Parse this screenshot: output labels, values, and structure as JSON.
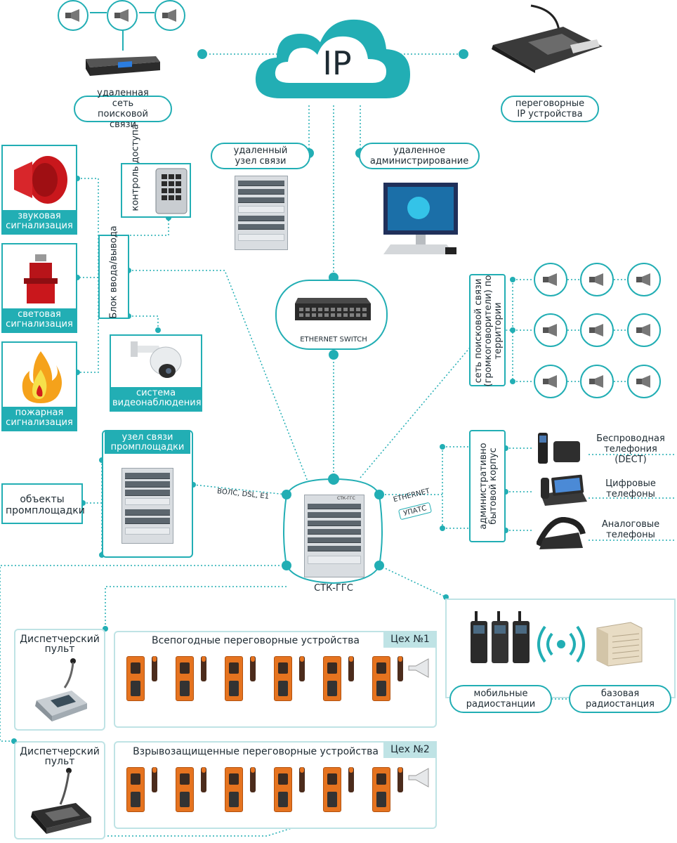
{
  "cloud": {
    "label": "IP"
  },
  "top": {
    "remote_paging": "удаленная сеть поисковой связи",
    "ip_intercom": "переговорные IP устройства"
  },
  "nodes": {
    "remote_comm_node": "удаленный узел связи",
    "remote_admin": "удаленное администрирование",
    "ethernet_switch": "ETHERNET SWITCH",
    "access_control": "контроль доступа",
    "io_block": "Блок ввода/вывода",
    "sound_alarm": "звуковая сигнализация",
    "light_alarm": "световая сигнализация",
    "fire_alarm": "пожарная сигнализация",
    "video_surveillance": "система видеонаблюдения",
    "site_node_title": "узел связи промплощадки",
    "site_objects": "объекты промплощадки",
    "link_label": "ВОЛС, DSL, Е1",
    "stk": "СТК-ГГС",
    "stk_rack_label": "СТК-ГГС",
    "ethernet": "ETHERNET",
    "upats": "УПАТС",
    "territory_paging": "сеть поисковой связи (громкоговорители) по территории",
    "admin_building": "административно бытовой корпус",
    "dect": "Беспроводная телефония (DECT)",
    "digital_phones": "Цифровые телефоны",
    "analog_phones": "Аналоговые телефоны",
    "mobile_radios": "мобильные радиостанции",
    "base_station": "базовая радиостанция"
  },
  "workshop1": {
    "console": "Диспетчерский пульт",
    "title": "Всепогодные переговорные устройства",
    "tag": "Цех №1"
  },
  "workshop2": {
    "console": "Диспетчерский пульт",
    "title": "Взрывозащищенные переговорные устройства",
    "tag": "Цех №2"
  },
  "colors": {
    "accent": "#22aeb4",
    "text": "#1e2b33",
    "orange": "#e5731f",
    "dark": "#3a3a3a"
  }
}
